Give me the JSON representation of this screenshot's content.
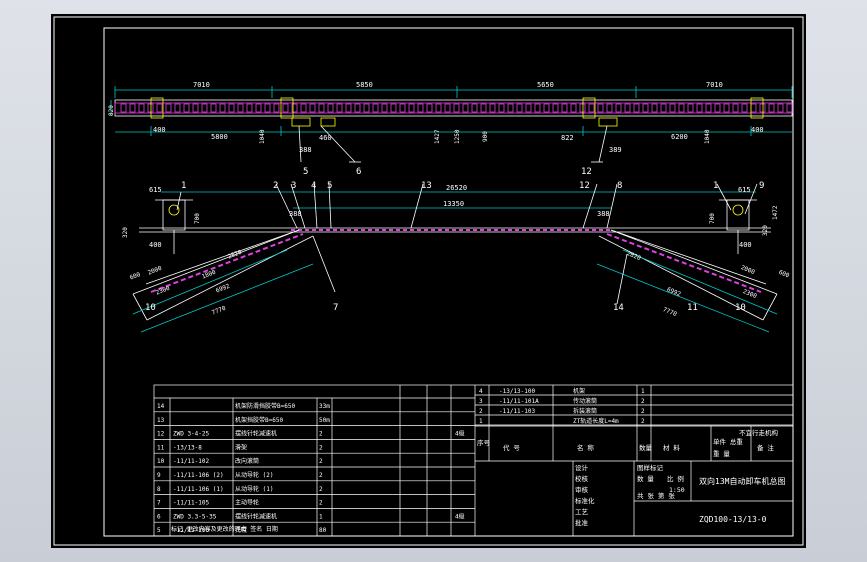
{
  "colors": {
    "background": "#000000",
    "line": "#ffffff",
    "dim": "#00c8c8",
    "part": "#e040e0",
    "accent": "#ffff00",
    "outer": "#d4d8de"
  },
  "top_view": {
    "top_dims": [
      "7010",
      "5850",
      "5650",
      "7010"
    ],
    "bottom_dims": [
      "400",
      "5800",
      "1040",
      "388",
      "460",
      "1427",
      "1250",
      "900",
      "822",
      "389",
      "6200",
      "1040",
      "400"
    ],
    "left_height": "820",
    "balloons": [
      "5",
      "6",
      "12"
    ]
  },
  "side_view": {
    "overall_length": "26520",
    "center_length": "13350",
    "left_dims": [
      "615",
      "320",
      "400",
      "700",
      "388"
    ],
    "right_dims": [
      "615",
      "1472",
      "320",
      "400",
      "700",
      "388"
    ],
    "left_incline": [
      "600",
      "2000",
      "1800",
      "2820",
      "2300",
      "6992",
      "7770"
    ],
    "right_incline": [
      "2820",
      "600",
      "2000",
      "2300",
      "6992",
      "7770"
    ],
    "balloons_top": [
      "1",
      "2",
      "3",
      "4",
      "5",
      "13",
      "12",
      "8",
      "1",
      "9"
    ],
    "balloons_bottom_left": [
      "7",
      "10"
    ],
    "balloons_bottom_right": [
      "14",
      "11",
      "10"
    ]
  },
  "parts_list": {
    "rows": [
      {
        "no": "14",
        "code": "",
        "name": "机架防滑挡胶带B=650",
        "qty": "33m",
        "mat": "",
        "wt": "",
        "note": ""
      },
      {
        "no": "13",
        "code": "",
        "name": "机架挡胶带B=650",
        "qty": "50m",
        "mat": "",
        "wt": "",
        "note": ""
      },
      {
        "no": "12",
        "code": "ZWD 3-4-25",
        "name": "摆线针轮减速机",
        "qty": "2",
        "mat": "",
        "wt": "",
        "note": "4级"
      },
      {
        "no": "11",
        "code": "-13/13-8",
        "name": "滑架",
        "qty": "2",
        "mat": "",
        "wt": "",
        "note": ""
      },
      {
        "no": "10",
        "code": "-11/11-102",
        "name": "改向滚筒",
        "qty": "2",
        "mat": "",
        "wt": "",
        "note": ""
      },
      {
        "no": "9",
        "code": "-11/11-106 (2)",
        "name": "从动导轮 (2)",
        "qty": "2",
        "mat": "",
        "wt": "",
        "note": ""
      },
      {
        "no": "8",
        "code": "-11/11-106 (1)",
        "name": "从动导轮 (1)",
        "qty": "2",
        "mat": "",
        "wt": "",
        "note": ""
      },
      {
        "no": "7",
        "code": "-11/11-105",
        "name": "主动导轮",
        "qty": "2",
        "mat": "",
        "wt": "",
        "note": ""
      },
      {
        "no": "6",
        "code": "ZWD 3.3-5-35",
        "name": "摆线针轮减速机",
        "qty": "1",
        "mat": "",
        "wt": "",
        "note": "4级"
      },
      {
        "no": "5",
        "code": "-11/11-100",
        "name": "托辊",
        "qty": "80",
        "mat": "",
        "wt": "",
        "note": ""
      }
    ],
    "rows_right": [
      {
        "no": "4",
        "code": "-13/13-100",
        "name": "机架",
        "qty": "1"
      },
      {
        "no": "3",
        "code": "-11/11-101A",
        "name": "传动滚筒",
        "qty": "2"
      },
      {
        "no": "2",
        "code": "-11/11-103",
        "name": "拆装滚筒",
        "qty": "2"
      },
      {
        "no": "1",
        "code": "",
        "name": "ZT轨道长度L=4m",
        "qty": "2"
      }
    ],
    "note_top": "不宜行走机构",
    "header": {
      "no": "序号",
      "code": "代   号",
      "name": "名   称",
      "qty": "数量",
      "mat": "材   料",
      "wt": "单件 总重",
      "wt2": "重   量",
      "note": "备   注"
    },
    "footer_note": "标记 更改内容及更改的理由 签名 日期"
  },
  "title_block": {
    "labels": [
      "设计",
      "校核",
      "审核",
      "标准化",
      "工艺",
      "批准"
    ],
    "stage": "图样标记",
    "weight_label": "数 量",
    "scale_label": "比 例",
    "scale": "1:50",
    "sheet": "共 张  第 张",
    "title": "双向13M自动卸车机总图",
    "drawing_no": "ZQD100-13/13-0"
  }
}
